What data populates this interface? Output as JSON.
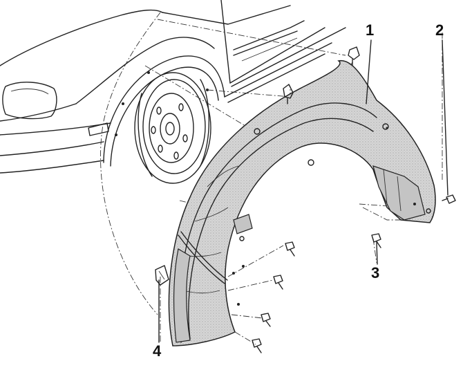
{
  "callouts": [
    {
      "id": "1",
      "label": "1"
    },
    {
      "id": "2",
      "label": "2"
    },
    {
      "id": "3",
      "label": "3"
    },
    {
      "id": "4",
      "label": "4"
    }
  ],
  "colors": {
    "line": "#222222",
    "liner_fill": "#d4d4d4",
    "background": "#ffffff"
  },
  "icons": {
    "screw": "screw-icon",
    "clip": "clip-icon"
  }
}
